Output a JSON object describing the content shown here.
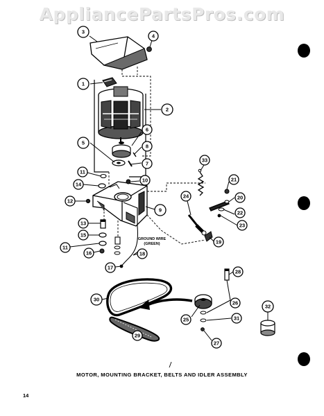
{
  "watermark": "AppliancePartsPros.com",
  "caption": "MOTOR, MOUNTING BRACKET, BELTS AND IDLER ASSEMBLY",
  "page_number": "14",
  "ground_wire_label": "GROUND WIRE",
  "ground_wire_color": "(GREEN)",
  "callouts": [
    "1",
    "2",
    "3",
    "4",
    "5",
    "6",
    "7",
    "8",
    "9",
    "10",
    "11",
    "11",
    "12",
    "13",
    "14",
    "15",
    "16",
    "17",
    "18",
    "19",
    "20",
    "21",
    "22",
    "23",
    "24",
    "25",
    "26",
    "27",
    "28",
    "29",
    "30",
    "31",
    "32",
    "33"
  ]
}
